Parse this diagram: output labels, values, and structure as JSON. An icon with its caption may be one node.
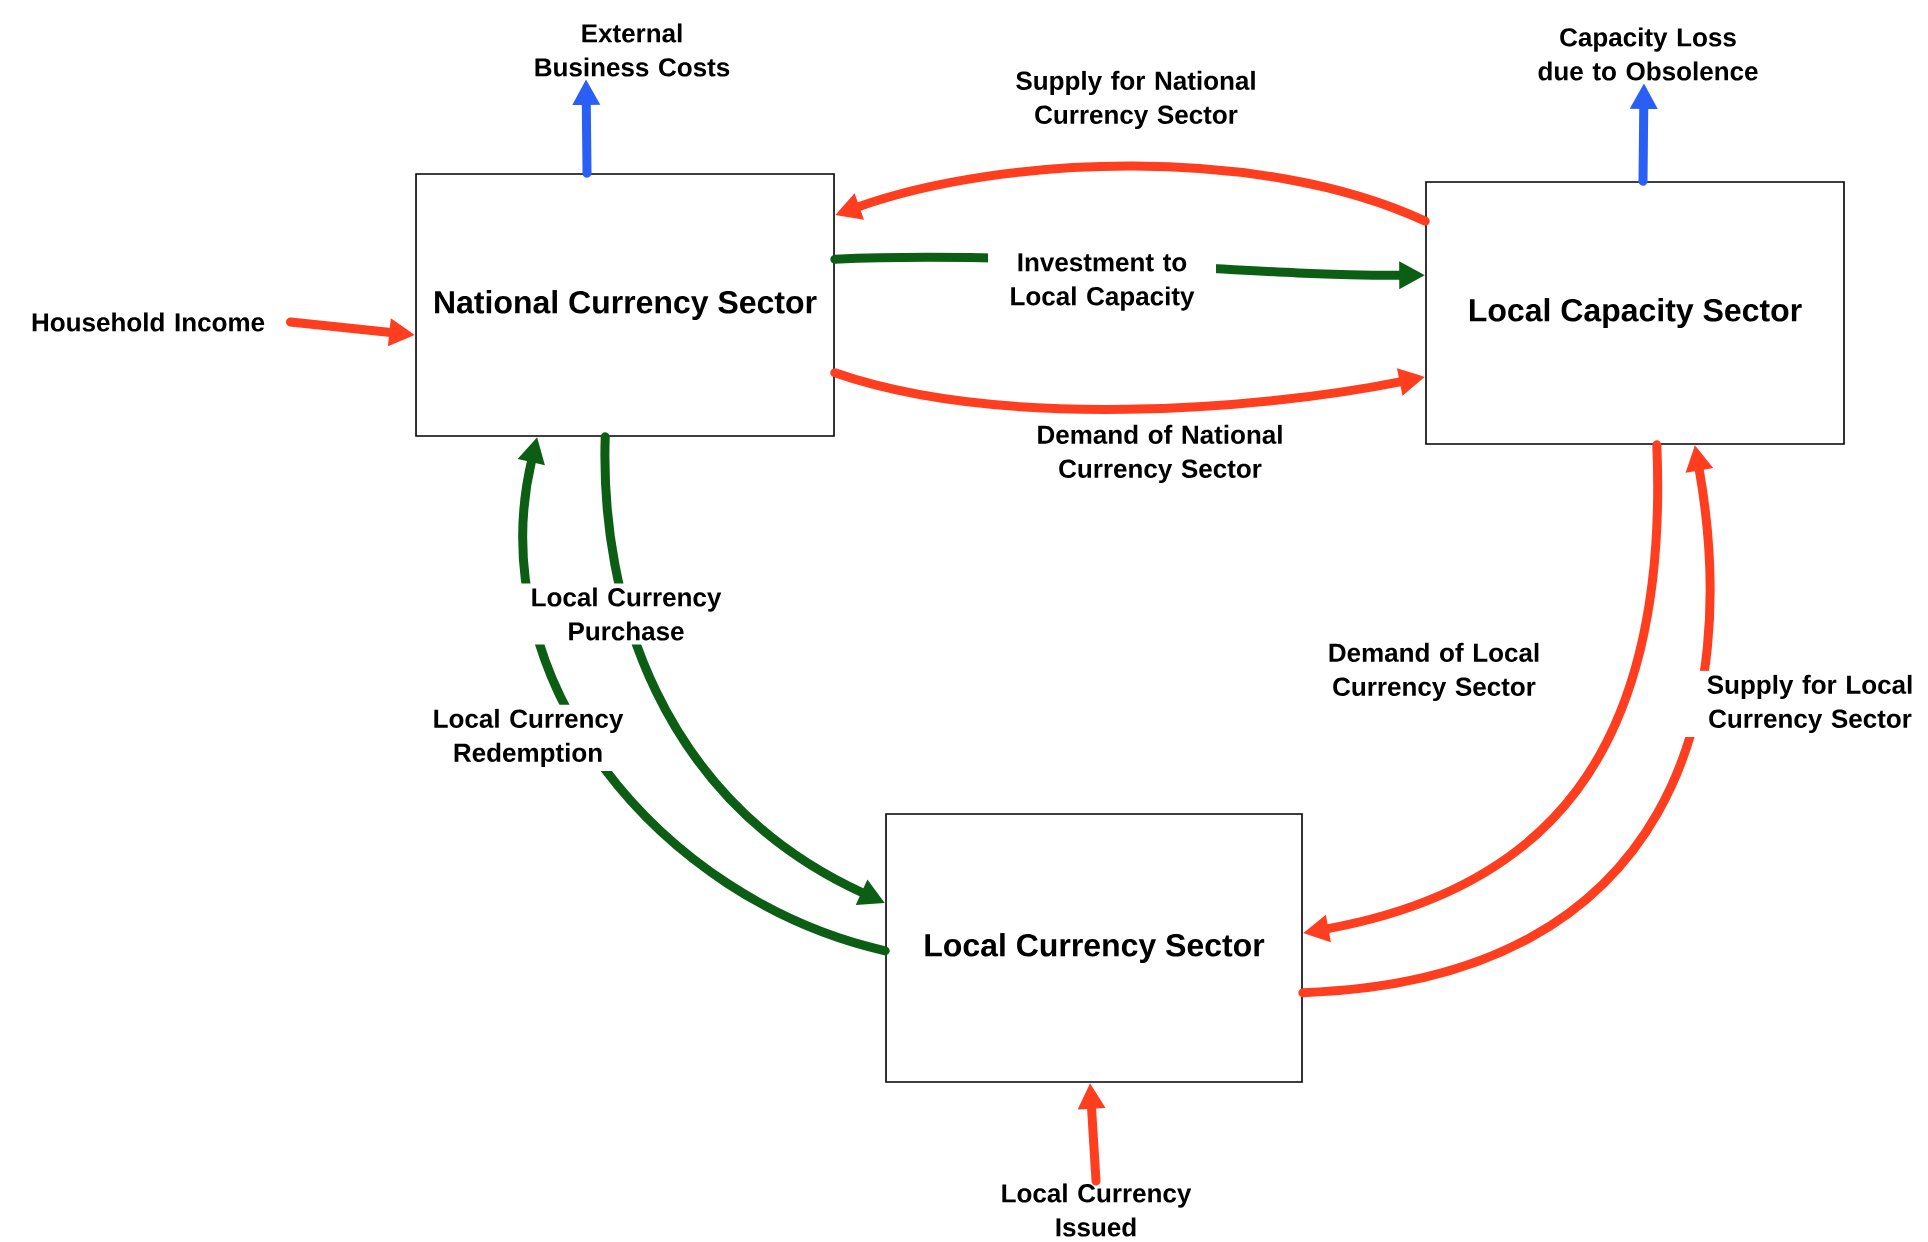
{
  "diagram": {
    "nodes": [
      {
        "text": [
          "National Currency Sector"
        ]
      },
      {
        "text": [
          "Local Capacity Sector"
        ]
      },
      {
        "text": [
          "Local Currency Sector"
        ]
      },
      {
        "text": [
          "External Business Costs"
        ]
      },
      {
        "text": [
          "Capacity Loss due to Obsolence"
        ]
      },
      {
        "text": [
          "Household Income"
        ]
      },
      {
        "text": [
          "Local Currency Issued"
        ]
      }
    ],
    "edges": [
      {
        "from": 1,
        "to": 0,
        "arrow": "to",
        "label": "Supply for National Currency Sector"
      },
      {
        "from": 0,
        "to": 1,
        "arrow": "to",
        "label": "Investment to Local Capacity",
        "color": "#0b5e14"
      },
      {
        "from": 0,
        "to": 1,
        "arrow": "to",
        "label": "Demand of National Currency Sector"
      },
      {
        "from": 0,
        "to": 2,
        "arrow": "to",
        "label": "Local Currency Purchase",
        "color": "#0b5e14"
      },
      {
        "from": 2,
        "to": 0,
        "arrow": "to",
        "label": "Local Currency Redemption",
        "color": "#0b5e14"
      },
      {
        "from": 1,
        "to": 2,
        "arrow": "to",
        "label": "Demand of Local Currency Sector"
      },
      {
        "from": 2,
        "to": 1,
        "arrow": "to",
        "label": "Supply for Local Currency Sector"
      },
      {
        "from": 0,
        "to": 3,
        "arrow": "to",
        "color": "#2a5ff5"
      },
      {
        "from": 1,
        "to": 4,
        "arrow": "to",
        "color": "#2a5ff5"
      },
      {
        "from": 5,
        "to": 0,
        "arrow": "to"
      },
      {
        "from": 6,
        "to": 2,
        "arrow": "to"
      }
    ]
  }
}
